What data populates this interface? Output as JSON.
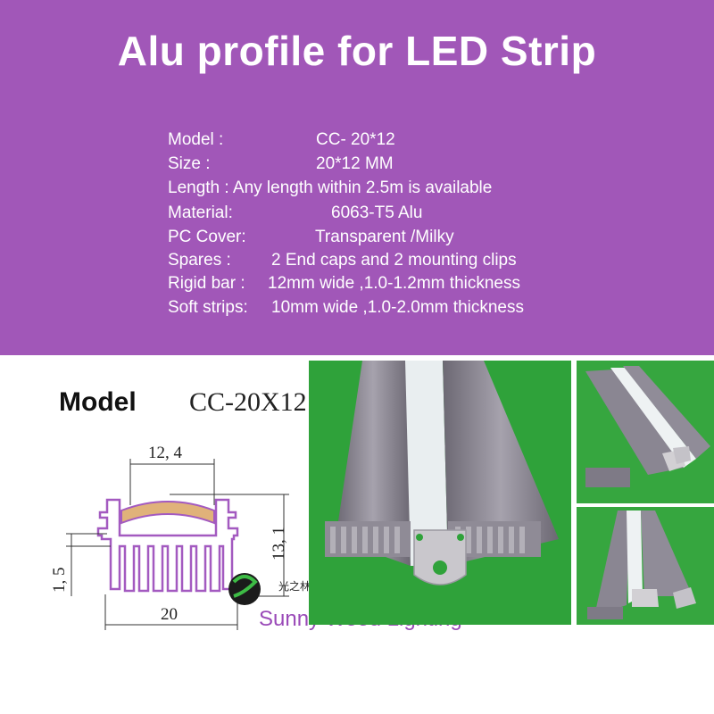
{
  "title": "Alu profile for LED Strip",
  "specs": [
    {
      "label": "Model :",
      "value": "CC- 20*12"
    },
    {
      "label": "Size    :",
      "value": "20*12 MM"
    },
    {
      "label": "Length : Any length within 2.5m is available",
      "value": ""
    },
    {
      "label": "Material:",
      "value": "6063-T5 Alu"
    },
    {
      "label": "PC Cover:",
      "value": "Transparent /Milky"
    },
    {
      "label": "Spares  :",
      "value": "2 End caps and 2 mounting clips"
    },
    {
      "label": "Rigid bar :",
      "value": "12mm wide ,1.0-1.2mm thickness"
    },
    {
      "label": "Soft strips:",
      "value": "10mm wide ,1.0-2.0mm thickness"
    }
  ],
  "drawing": {
    "model_label": "Model",
    "model_code": "CC-20X12",
    "dim_top": "12, 4",
    "dim_height": "13, 1",
    "dim_side": "1, 5",
    "dim_bottom": "20"
  },
  "brand": {
    "name": "Sunny Wood Lighting",
    "chinese": "光之林灯饰",
    "registered": "®"
  },
  "colors": {
    "banner": "#a157b8",
    "profile_outline": "#a35ac0",
    "cover": "#e0b27a",
    "photo_background": "#2fa23a"
  }
}
